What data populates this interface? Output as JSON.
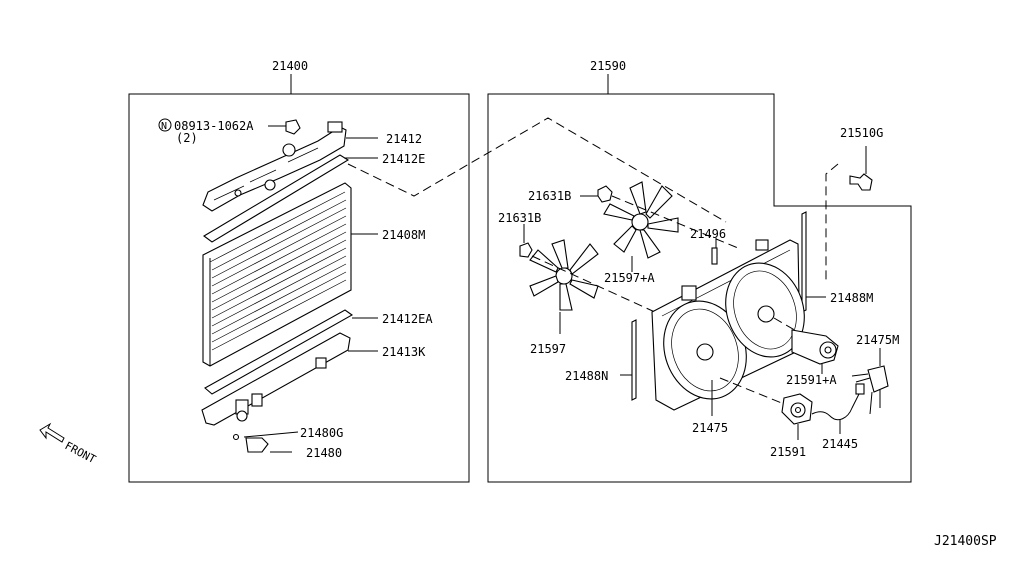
{
  "labels": {
    "radiator_group": "21400",
    "fan_group": "21590",
    "bolt_prefix": "N",
    "bolt": "08913-1062A",
    "bolt_qty": "(2)",
    "p21412": "21412",
    "p21412E": "21412E",
    "p21408M": "21408M",
    "p21412EA": "21412EA",
    "p21413K": "21413K",
    "p21480G": "21480G",
    "p21480": "21480",
    "p21510G": "21510G",
    "p21631B_top": "21631B",
    "p21631B_left": "21631B",
    "p21496": "21496",
    "p21597A": "21597+A",
    "p21488M": "21488M",
    "p21597": "21597",
    "p21475M": "21475M",
    "p21488N": "21488N",
    "p21591A": "21591+A",
    "p21475": "21475",
    "p21591": "21591",
    "p21445": "21445",
    "front": "FRONT",
    "diagram_code": "J21400SP"
  }
}
